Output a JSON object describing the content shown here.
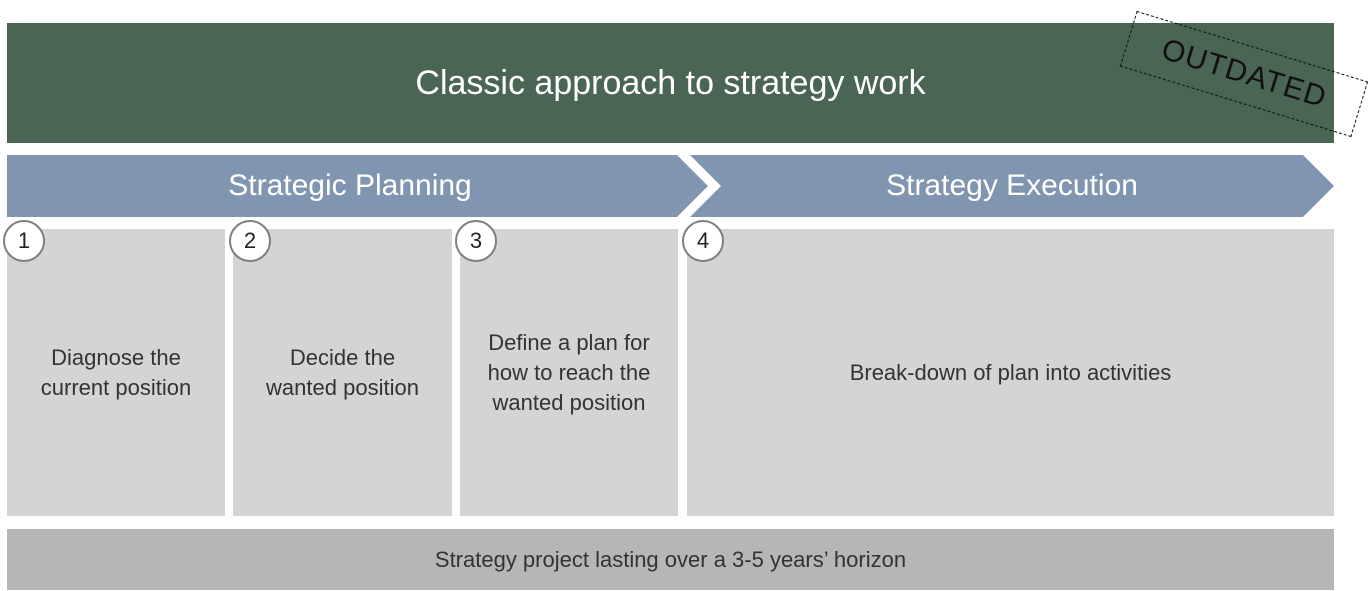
{
  "header": {
    "title": "Classic approach to strategy work"
  },
  "stamp": {
    "text": "OUTDATED"
  },
  "phases": [
    {
      "label": "Strategic Planning"
    },
    {
      "label": "Strategy Execution"
    }
  ],
  "steps": [
    {
      "number": "1",
      "line1": "Diagnose the",
      "line2": "current position",
      "line3": ""
    },
    {
      "number": "2",
      "line1": "Decide the",
      "line2": "wanted position",
      "line3": ""
    },
    {
      "number": "3",
      "line1": "Define a plan for",
      "line2": "how to reach the",
      "line3": "wanted position"
    },
    {
      "number": "4",
      "line1": "Break-down of plan into activities",
      "line2": "",
      "line3": ""
    }
  ],
  "footer": {
    "text": "Strategy project lasting over a 3-5 years’ horizon"
  },
  "colors": {
    "header": "#4a6554",
    "chevron": "#8096b0",
    "box": "#d4d4d4",
    "footer": "#b6b6b6"
  }
}
